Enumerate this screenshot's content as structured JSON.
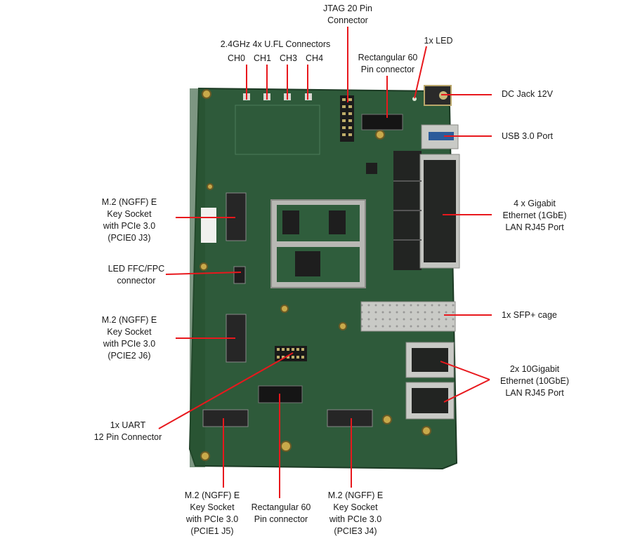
{
  "colors": {
    "pcb": "#2e5a3a",
    "pcb_dark": "#1f4229",
    "pcb_light": "#3d6e49",
    "leader": "#e8181d",
    "shield": "#b8b8b4",
    "metal": "#c9cac6",
    "rj45": "#222422",
    "text": "#1a1a1a"
  },
  "labels": {
    "top_partial": "",
    "jtag": [
      "JTAG 20 Pin",
      "Connector"
    ],
    "ufl_title": "2.4GHz 4x U.FL Connectors",
    "ufl_channels": [
      "CH0",
      "CH1",
      "CH3",
      "CH4"
    ],
    "rect60_top": [
      "Rectangular 60",
      "Pin connector"
    ],
    "led": "1x LED",
    "dc_jack": "DC Jack 12V",
    "usb": "USB 3.0 Port",
    "gbe": [
      "4 x Gigabit",
      "Ethernet (1GbE)",
      "LAN RJ45 Port"
    ],
    "m2_j3": [
      "M.2 (NGFF) E",
      "Key Socket",
      "with PCIe 3.0",
      "(PCIE0 J3)"
    ],
    "led_ffc": [
      "LED FFC/FPC",
      "connector"
    ],
    "m2_j6": [
      "M.2 (NGFF) E",
      "Key Socket",
      "with PCIe 3.0",
      "(PCIE2 J6)"
    ],
    "sfp": "1x SFP+ cage",
    "ten_gbe": [
      "2x 10Gigabit",
      "Ethernet (10GbE)",
      "LAN RJ45 Port"
    ],
    "uart": [
      "1x UART",
      "12 Pin Connector"
    ],
    "m2_j5": [
      "M.2 (NGFF) E",
      "Key Socket",
      "with PCIe 3.0",
      "(PCIE1 J5)"
    ],
    "rect60_bottom": [
      "Rectangular 60",
      "Pin connector"
    ],
    "m2_j4": [
      "M.2 (NGFF) E",
      "Key Socket",
      "with PCIe 3.0",
      "(PCIE3 J4)"
    ]
  }
}
